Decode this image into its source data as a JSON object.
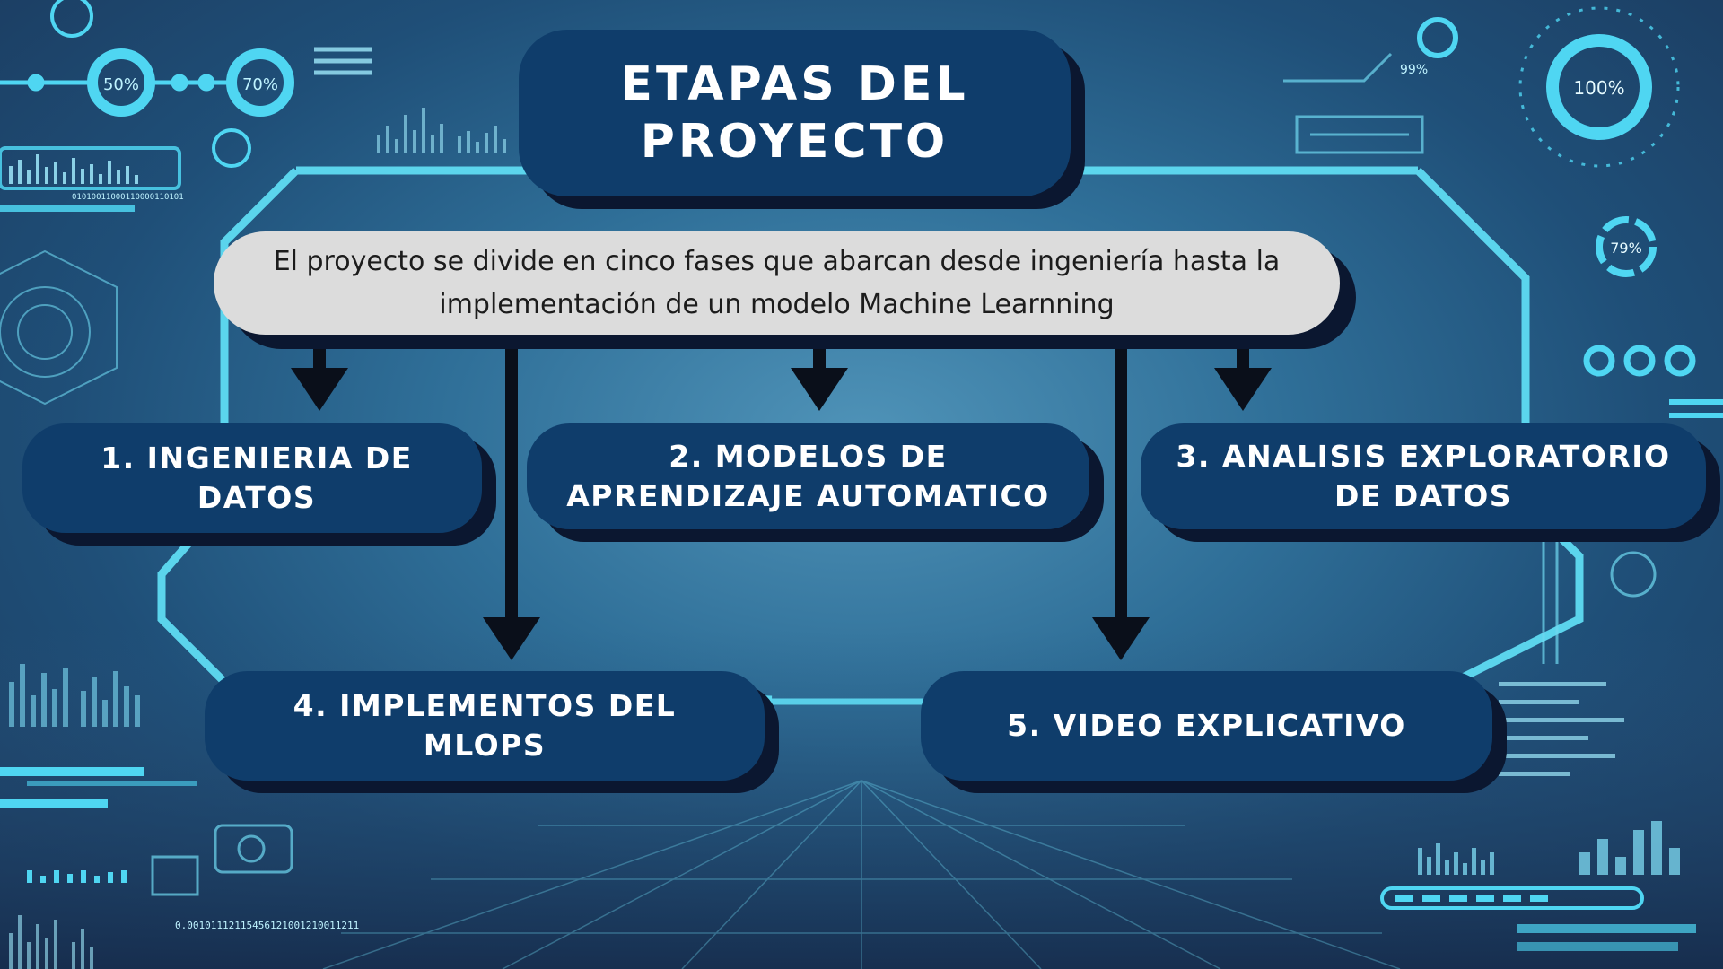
{
  "title": "ETAPAS DEL PROYECTO",
  "intro": "El proyecto se divide en cinco fases que abarcan desde ingeniería hasta la implementación de un modelo Machine Learnning",
  "steps": [
    {
      "label": "1. INGENIERIA DE DATOS"
    },
    {
      "label": "2. MODELOS DE APRENDIZAJE AUTOMATICO"
    },
    {
      "label": "3. ANALISIS EXPLORATORIO DE DATOS"
    },
    {
      "label": "4. IMPLEMENTOS DEL MLOPS"
    },
    {
      "label": "5. VIDEO EXPLICATIVO"
    }
  ],
  "background": {
    "gauges": [
      "50%",
      "70%",
      "99%",
      "100%",
      "79%"
    ],
    "binary_strings": [
      "01010011000110000110101",
      "0.00101112115456121001210011211"
    ]
  },
  "colors": {
    "box_fill": "#0f3d6b",
    "box_shadow": "#0b1730",
    "intro_fill": "#dcdcdc",
    "accent": "#4fd6f2",
    "arrow": "#0a0f1a"
  }
}
